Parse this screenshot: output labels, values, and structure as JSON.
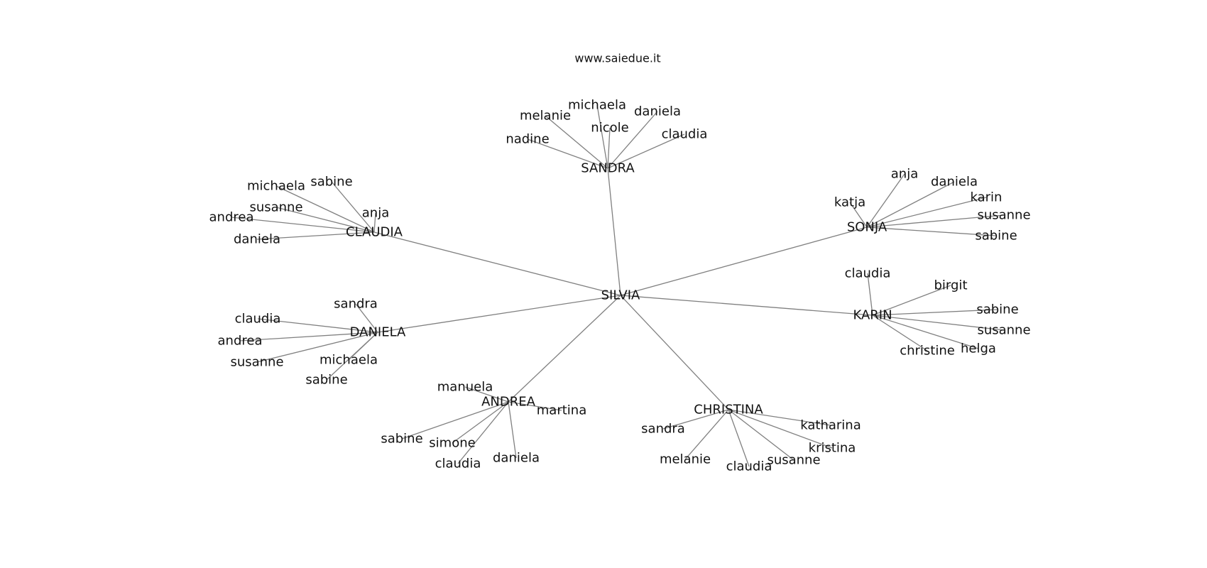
{
  "caption": "www.saiedue.it",
  "root": "SILVIA",
  "groups": [
    {
      "hub": "SANDRA",
      "leaves": [
        "nadine",
        "melanie",
        "michaela",
        "nicole",
        "daniela",
        "claudia"
      ]
    },
    {
      "hub": "CLAUDIA",
      "leaves": [
        "michaela",
        "sabine",
        "susanne",
        "anja",
        "andrea",
        "daniela"
      ]
    },
    {
      "hub": "SONJA",
      "leaves": [
        "anja",
        "daniela",
        "katja",
        "karin",
        "susanne",
        "sabine"
      ]
    },
    {
      "hub": "DANIELA",
      "leaves": [
        "sandra",
        "claudia",
        "andrea",
        "susanne",
        "michaela",
        "sabine"
      ]
    },
    {
      "hub": "KARIN",
      "leaves": [
        "claudia",
        "birgit",
        "sabine",
        "susanne",
        "christine",
        "helga"
      ]
    },
    {
      "hub": "ANDREA",
      "leaves": [
        "manuela",
        "martina",
        "sabine",
        "simone",
        "claudia",
        "daniela"
      ]
    },
    {
      "hub": "CHRISTINA",
      "leaves": [
        "sandra",
        "katharina",
        "kristina",
        "melanie",
        "claudia",
        "susanne"
      ]
    }
  ]
}
